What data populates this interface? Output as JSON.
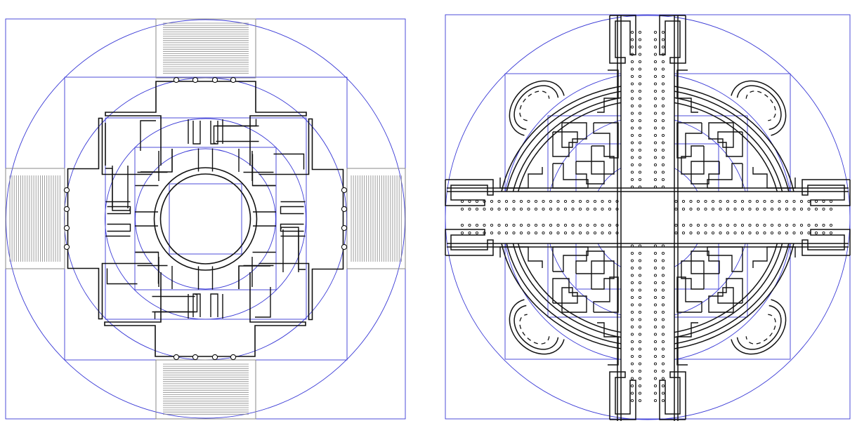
{
  "colors": {
    "background": "#ffffff",
    "construction": "#3a3ad6",
    "outline": "#111111",
    "stairs": "#888888"
  },
  "plans": [
    {
      "id": "plan-a",
      "kind": "centralized-villa-plan"
    },
    {
      "id": "plan-b",
      "kind": "cruciform-colonnade-plan"
    }
  ]
}
